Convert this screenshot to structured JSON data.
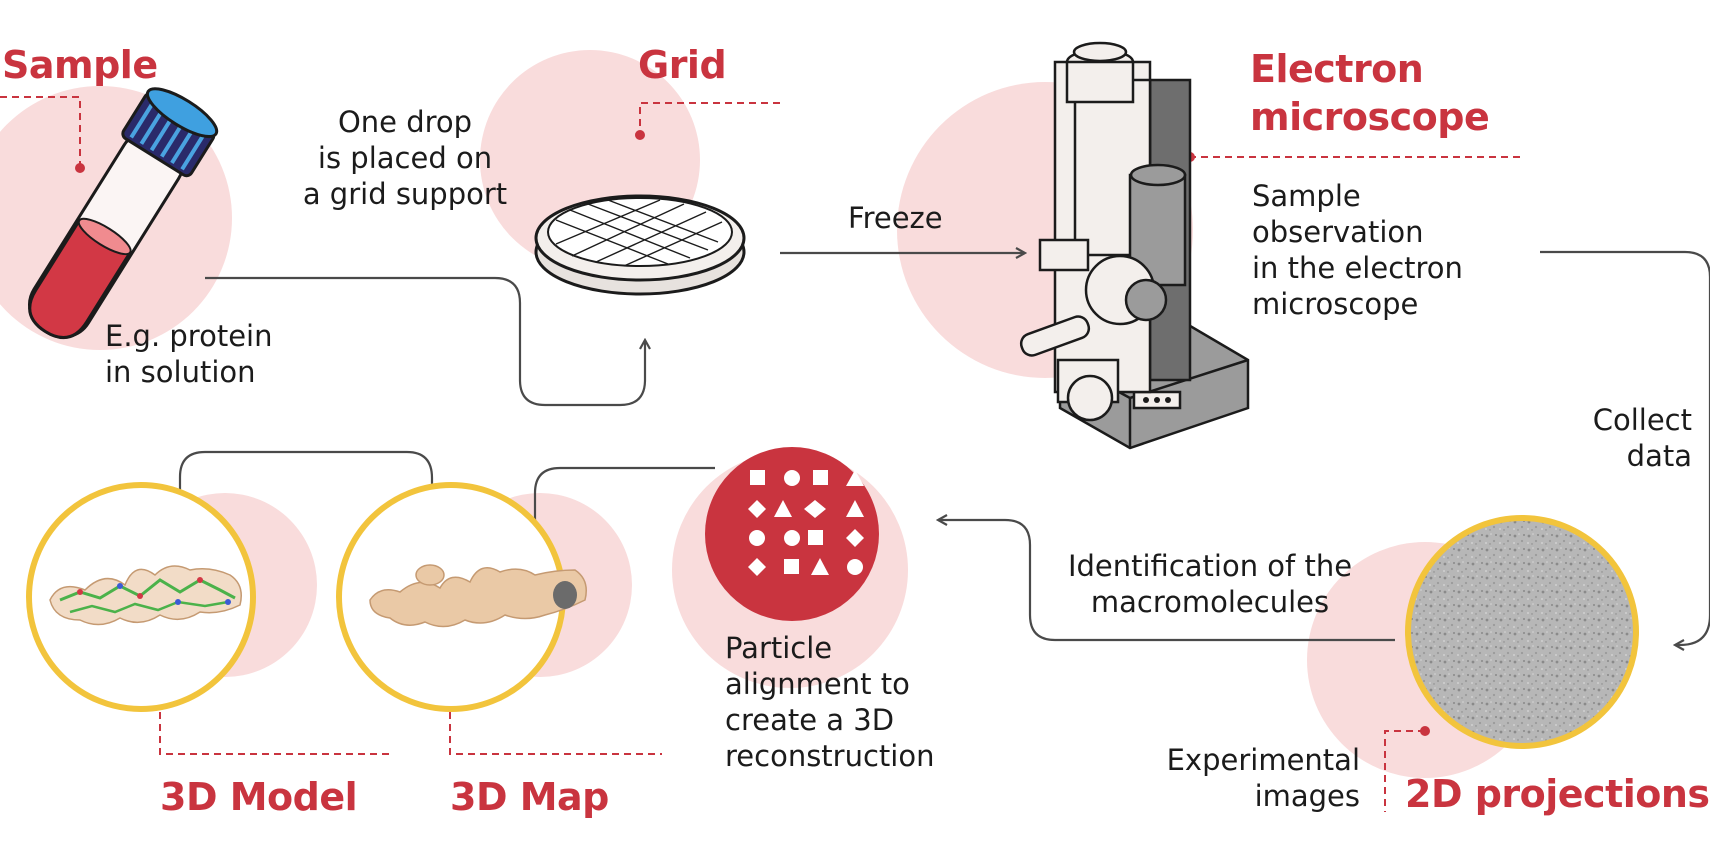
{
  "sample": {
    "title": "Sample",
    "desc": "E.g. protein\nin solution"
  },
  "drop_step": {
    "text": "One drop\nis placed on\na grid support"
  },
  "grid": {
    "title": "Grid"
  },
  "freeze_step": {
    "text": "Freeze"
  },
  "microscope": {
    "title": "Electron\nmicroscope",
    "desc": "Sample\nobservation\nin the electron\nmicroscope"
  },
  "collect_step": {
    "text": "Collect\ndata"
  },
  "projections": {
    "title": "2D projections",
    "desc": "Experimental\nimages"
  },
  "identification_step": {
    "text": "Identification of the\nmacromolecules"
  },
  "alignment": {
    "desc": "Particle\nalignment to\ncreate a 3D\nreconstruction"
  },
  "map": {
    "title": "3D Map"
  },
  "model": {
    "title": "3D Model"
  },
  "colors": {
    "accent": "#c9343f",
    "blush": "#f8d8d8",
    "ring": "#f2c43c",
    "line": "#4a4a4a"
  }
}
